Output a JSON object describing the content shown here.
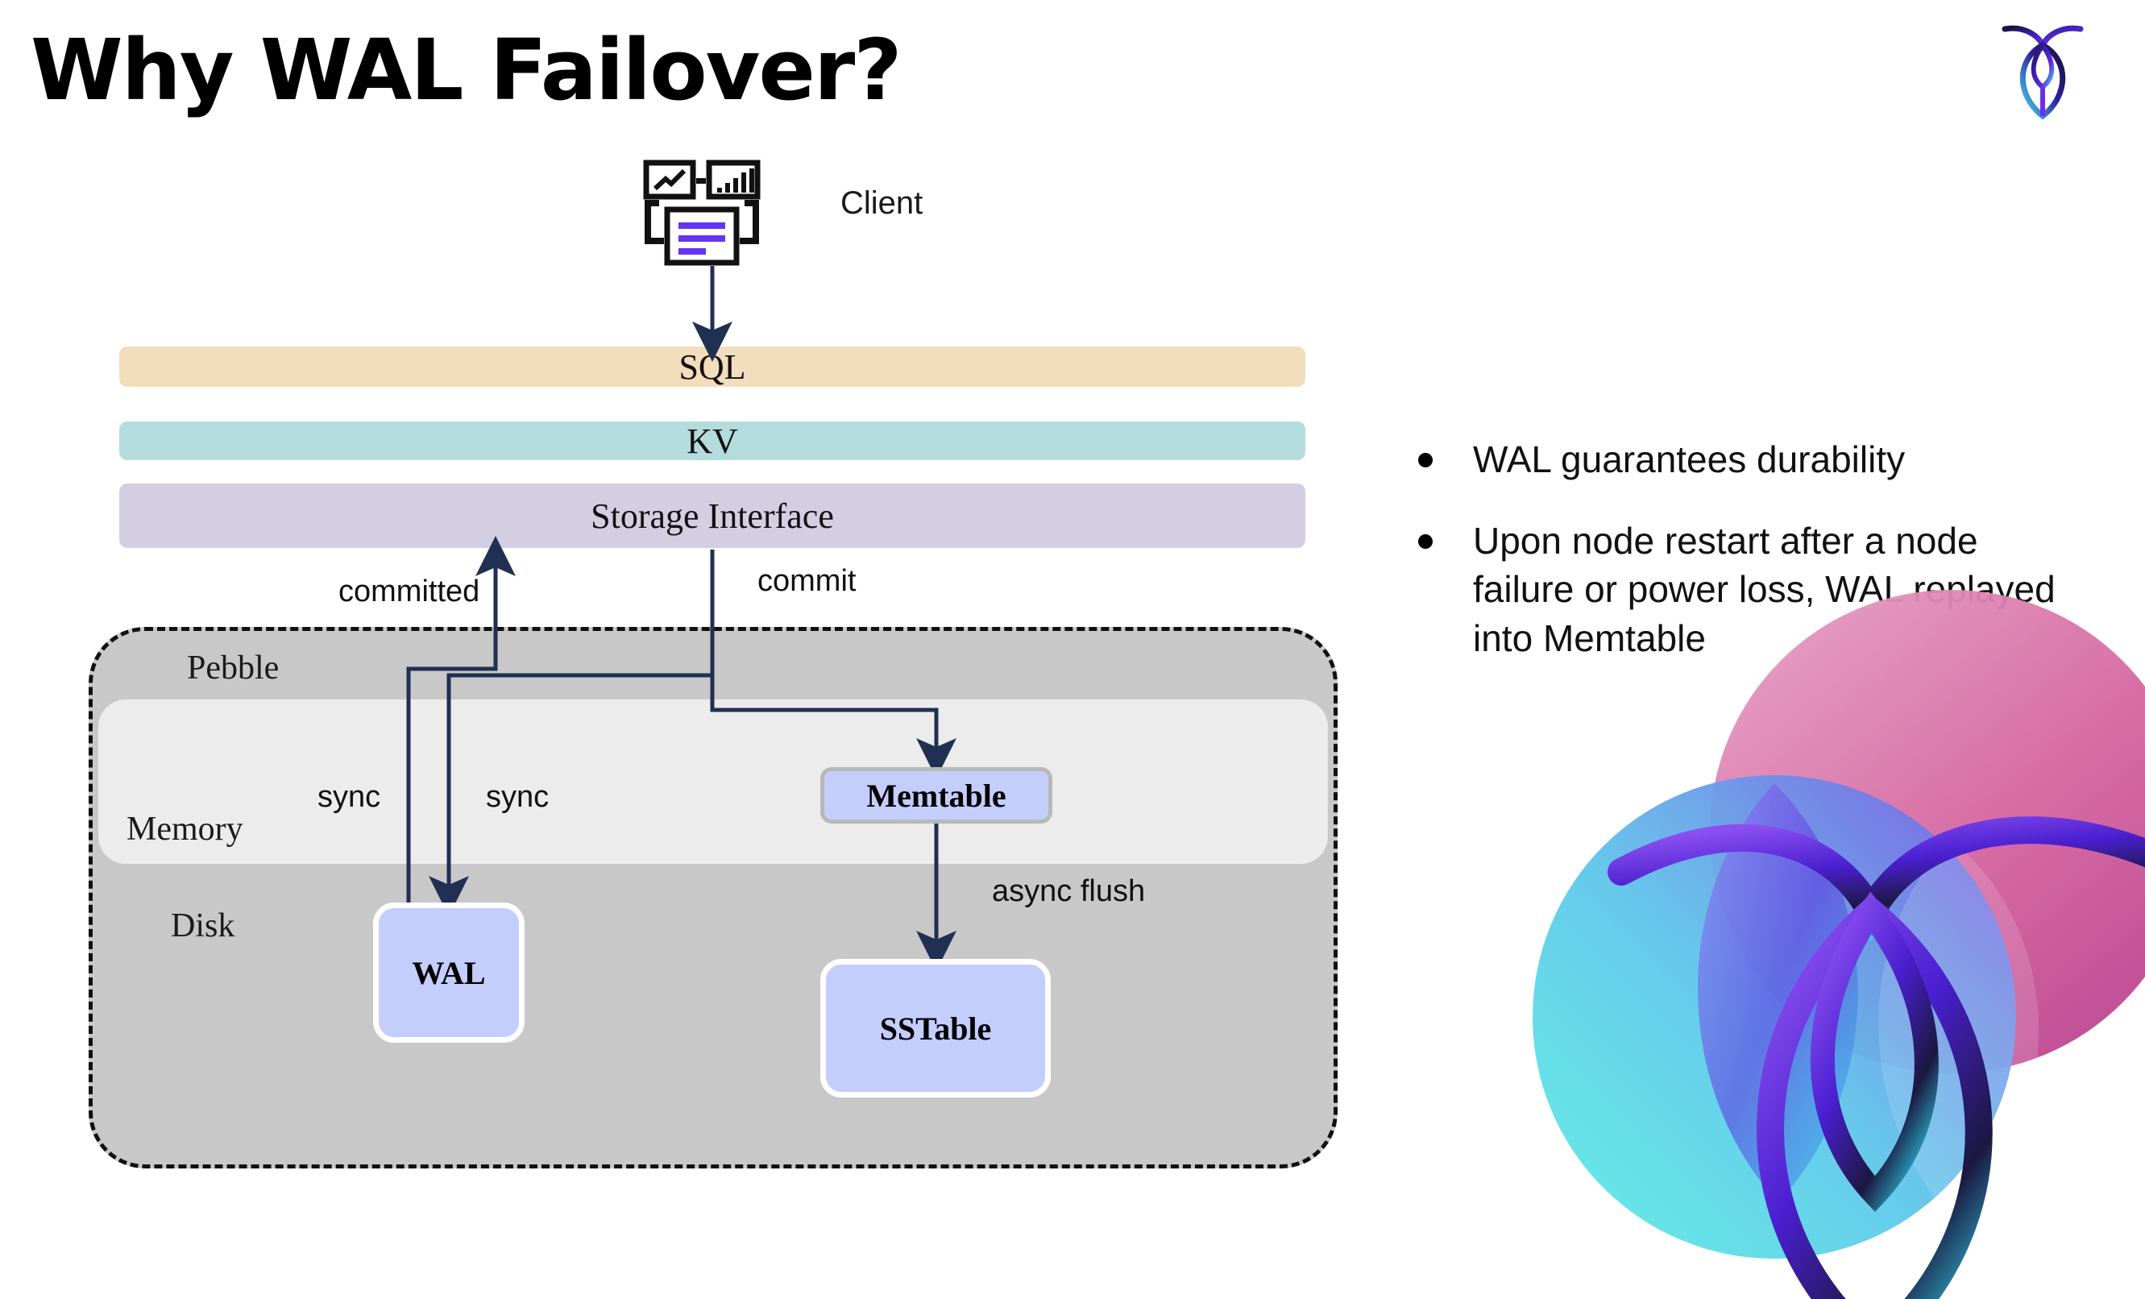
{
  "slide": {
    "title": "Why WAL Failover?",
    "brand_logo": "cockroachdb-logo"
  },
  "diagram": {
    "client": {
      "label": "Client",
      "icon": "client-analytics-icon"
    },
    "layers": [
      {
        "id": "sql",
        "label": "SQL",
        "color": "#f2ddbd"
      },
      {
        "id": "kv",
        "label": "KV",
        "color": "#b5dcdc"
      },
      {
        "id": "storage",
        "label": "Storage Interface",
        "color": "#d4cee3"
      }
    ],
    "container": {
      "label": "Pebble",
      "color": "#c8c8c8",
      "memory": {
        "label": "Memory",
        "color": "#ececec"
      },
      "disk": {
        "label": "Disk"
      }
    },
    "nodes": [
      {
        "id": "memtable",
        "label": "Memtable",
        "color": "#c3cefc",
        "border": "#b8b8b8"
      },
      {
        "id": "wal",
        "label": "WAL",
        "color": "#c3cefc",
        "border": "#ffffff"
      },
      {
        "id": "sstable",
        "label": "SSTable",
        "color": "#c3cefc",
        "border": "#ffffff"
      }
    ],
    "edges": [
      {
        "id": "committed",
        "label": "committed"
      },
      {
        "id": "commit",
        "label": "commit"
      },
      {
        "id": "sync-1",
        "label": "sync"
      },
      {
        "id": "sync-2",
        "label": "sync"
      },
      {
        "id": "async-flush",
        "label": "async flush"
      }
    ],
    "arrow_color": "#1f3052"
  },
  "bullets": [
    "WAL guarantees durability",
    "Upon node restart after a node failure or power loss, WAL replayed into Memtable"
  ]
}
